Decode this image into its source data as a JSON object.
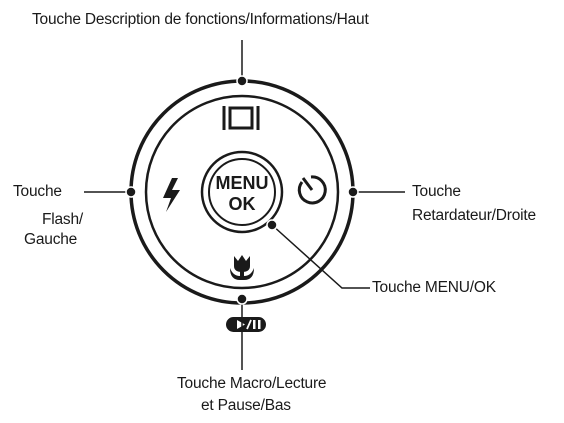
{
  "labels": {
    "top": "Touche Description de fonctions/Informations/Haut",
    "left_line1": "Touche",
    "left_line2": "Flash/",
    "left_line3": "Gauche",
    "right_line1": "Touche",
    "right_line2": "Retardateur/Droite",
    "menu_ok": "Touche MENU/OK",
    "bottom_line1": "Touche Macro/Lecture",
    "bottom_line2": "et Pause/Bas"
  },
  "center_button": {
    "line1": "MENU",
    "line2": "OK"
  },
  "icons": {
    "up": "display-icon",
    "left": "flash-icon",
    "right": "self-timer-icon",
    "down": "macro-icon",
    "below": "play-pause-icon"
  },
  "colors": {
    "ring": "#1a1a1a",
    "text": "#1a1a1a"
  }
}
